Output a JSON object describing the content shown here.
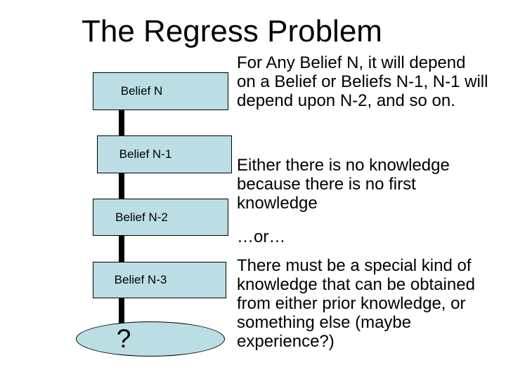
{
  "slide": {
    "title": "The Regress Problem",
    "background_color": "#ffffff"
  },
  "colors": {
    "box_fill": "#BADEE3",
    "box_border": "#000000",
    "connector": "#000000",
    "text": "#000000"
  },
  "flowchart": {
    "boxes": [
      {
        "label": "Belief N"
      },
      {
        "label": "Belief N-1"
      },
      {
        "label": "Belief N-2"
      },
      {
        "label": "Belief N-3"
      }
    ],
    "terminal": {
      "label": "?",
      "shape": "ellipse"
    }
  },
  "body": {
    "paragraph_1": "For Any Belief N, it will depend\non a Belief or Beliefs N-1, N-1 will\ndepend upon N-2, and so on.",
    "paragraph_2": "Either there is no knowledge\nbecause there is no first\nknowledge",
    "separator": "…or…",
    "paragraph_3": "There must be a special kind of\nknowledge that can be obtained\nfrom either prior knowledge, or\nsomething else (maybe\nexperience?)"
  }
}
